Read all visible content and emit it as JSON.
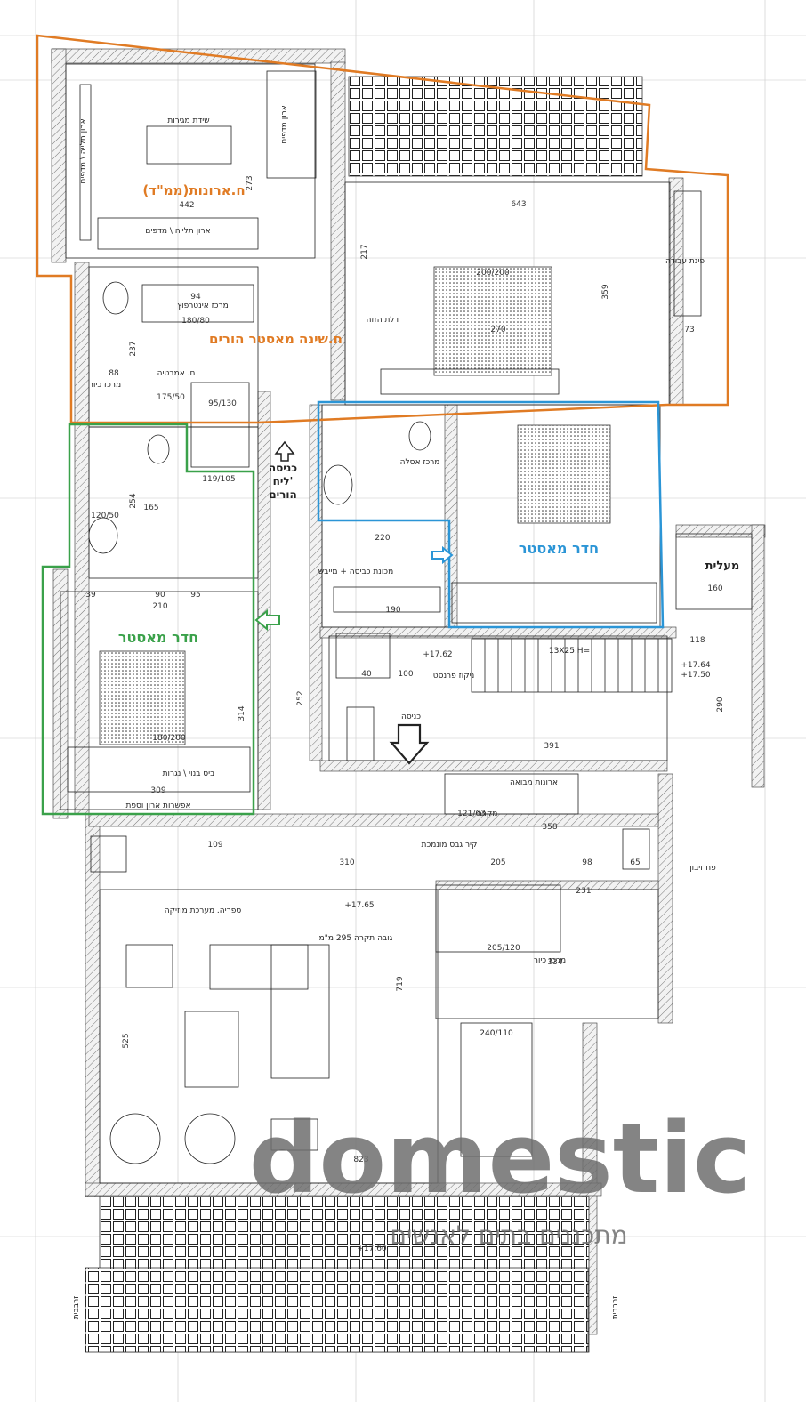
{
  "plan": {
    "rooms": {
      "closets_safe_room": "ח.ארונות(ממ\"ד)",
      "parents_master_bedroom": "ח.שינה מאסטר הורים",
      "master_room_green": "חדר מאסטר",
      "master_room_blue": "חדר מאסטר",
      "parents_wing_entrance": "כניסה\nליח'\nהורים",
      "elevator": "מעלית"
    },
    "notes": {
      "drawers_cabinet": "שידת מגירות",
      "storage_cabinet_vertical": "ארון תלייה \\ מדפים",
      "storage_cabinet_horizontal": "ארון תלייה \\ מדפים",
      "shelf_cabinet": "ארון מדפים",
      "sliding_door": "דלת הזזה",
      "work_corner": "פינת עבודה",
      "toilet_center": "מרכז אסלה",
      "sink_center": "מרכז כיור",
      "shower_center": "מרכז אינטרפוץ",
      "bath_label": "ח. אמבטיה",
      "gypsum_wall": "קיר גבס מונמכת",
      "kitchen_island": "מרכז כיור",
      "entrance": "כניסה",
      "dining_table": "240/110",
      "ceiling_height": "גובה תקרה 295 מ\"מ",
      "library": "ספריה. מערכת מוזיקה",
      "cleaning_room": "ניקוז פרנסט",
      "laundry": "מכונת כביסה + מייבש",
      "stairs": "13X25.H=",
      "built_in_bed": "ביס בנוי \\ נגרות",
      "optional_wardrobe": "אפשרות ארון וספת",
      "cabinet_in_wall": "ארונות מבואה",
      "kitchen_cabinet": "מקרר",
      "stone_floor": "פח זיבון",
      "planter": "זרבבית",
      "planter_right": "זרבבית"
    },
    "dimensions": {
      "d643": "643",
      "d442": "442",
      "d273": "273",
      "d217": "217",
      "d359": "359",
      "d270": "270",
      "d73": "73",
      "d94": "94",
      "d180_80": "180/80",
      "d237": "237",
      "d88": "88",
      "d175_50": "175/50",
      "d95_130": "95/130",
      "d165": "165",
      "d254": "254",
      "d120_50": "120/50",
      "d119_105": "119/105",
      "d210": "210",
      "d90": "90",
      "d95": "95",
      "d39": "39",
      "d314": "314",
      "d309": "309",
      "d220": "220",
      "d190": "190",
      "d391": "391",
      "d290": "290",
      "d160": "160",
      "d118": "118",
      "d109": "109",
      "d310": "310",
      "d205": "205",
      "d358": "358",
      "d98": "98",
      "d65": "65",
      "d231": "231",
      "d334": "334",
      "d205_120": "205/120",
      "d525": "525",
      "d719": "719",
      "d823": "823",
      "d121_63": "121/63",
      "d252": "252",
      "d40": "40",
      "d100": "100",
      "d200_200": "200/200",
      "d180_200": "180/200"
    },
    "levels": {
      "l1762": "+17.62",
      "l1764": "+17.64",
      "l1750": "+17.50",
      "l1765": "+17.65",
      "l1760": "+17.60"
    },
    "watermark": {
      "brand": "domestic",
      "tagline": "מתכננים בתים לאנשים"
    },
    "colors": {
      "orange": "#e07b24",
      "green": "#3aa14a",
      "blue": "#2b95d6",
      "ink": "#222222",
      "watermark": "#6e6e6e"
    }
  }
}
